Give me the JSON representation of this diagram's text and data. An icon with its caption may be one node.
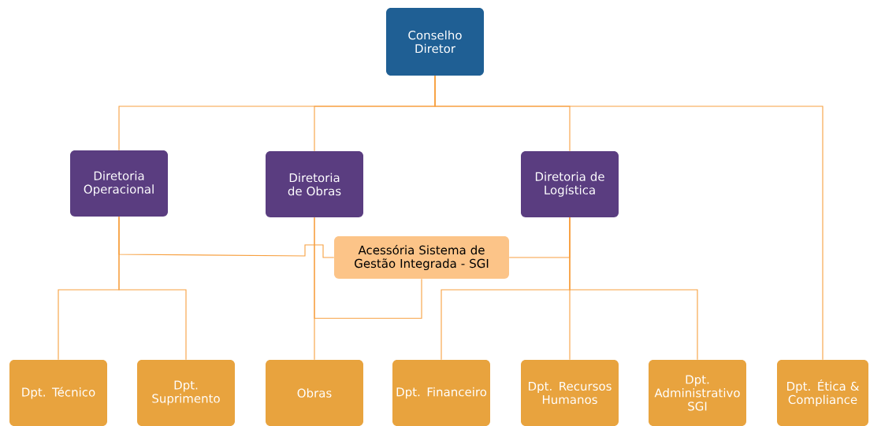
{
  "diagram": {
    "nodes": [
      {
        "text": [
          "Conselho Diretor"
        ]
      },
      {
        "text": [
          "Diretoria Operacional"
        ]
      },
      {
        "text": [
          "Diretoria de Obras"
        ]
      },
      {
        "text": [
          "Diretoria de Logística"
        ]
      },
      {
        "text": [
          "Acessória Sistema de Gestão Integrada - SGI"
        ]
      },
      {
        "text": [
          "Dpt. Técnico"
        ]
      },
      {
        "text": [
          "Dpt. Suprimento"
        ]
      },
      {
        "text": [
          "Obras"
        ]
      },
      {
        "text": [
          "Dpt. Financeiro"
        ]
      },
      {
        "text": [
          "Dpt. Recursos Humanos"
        ]
      },
      {
        "text": [
          "Dpt. Administrativo SGI"
        ]
      },
      {
        "text": [
          "Dpt. Ética & Compliance"
        ]
      }
    ],
    "edges": [
      {
        "from": 0,
        "to": 1,
        "arrow": "none"
      },
      {
        "from": 0,
        "to": 2,
        "arrow": "none"
      },
      {
        "from": 0,
        "to": 3,
        "arrow": "none"
      },
      {
        "from": 0,
        "to": 11,
        "arrow": "none"
      },
      {
        "from": 1,
        "to": 4,
        "arrow": "none"
      },
      {
        "from": 2,
        "to": 4,
        "arrow": "none"
      },
      {
        "from": 3,
        "to": 4,
        "arrow": "none"
      },
      {
        "from": 1,
        "to": 5,
        "arrow": "none"
      },
      {
        "from": 1,
        "to": 6,
        "arrow": "none"
      },
      {
        "from": 2,
        "to": 7,
        "arrow": "none"
      },
      {
        "from": 3,
        "to": 8,
        "arrow": "none"
      },
      {
        "from": 3,
        "to": 9,
        "arrow": "none"
      },
      {
        "from": 3,
        "to": 10,
        "arrow": "none"
      }
    ]
  }
}
